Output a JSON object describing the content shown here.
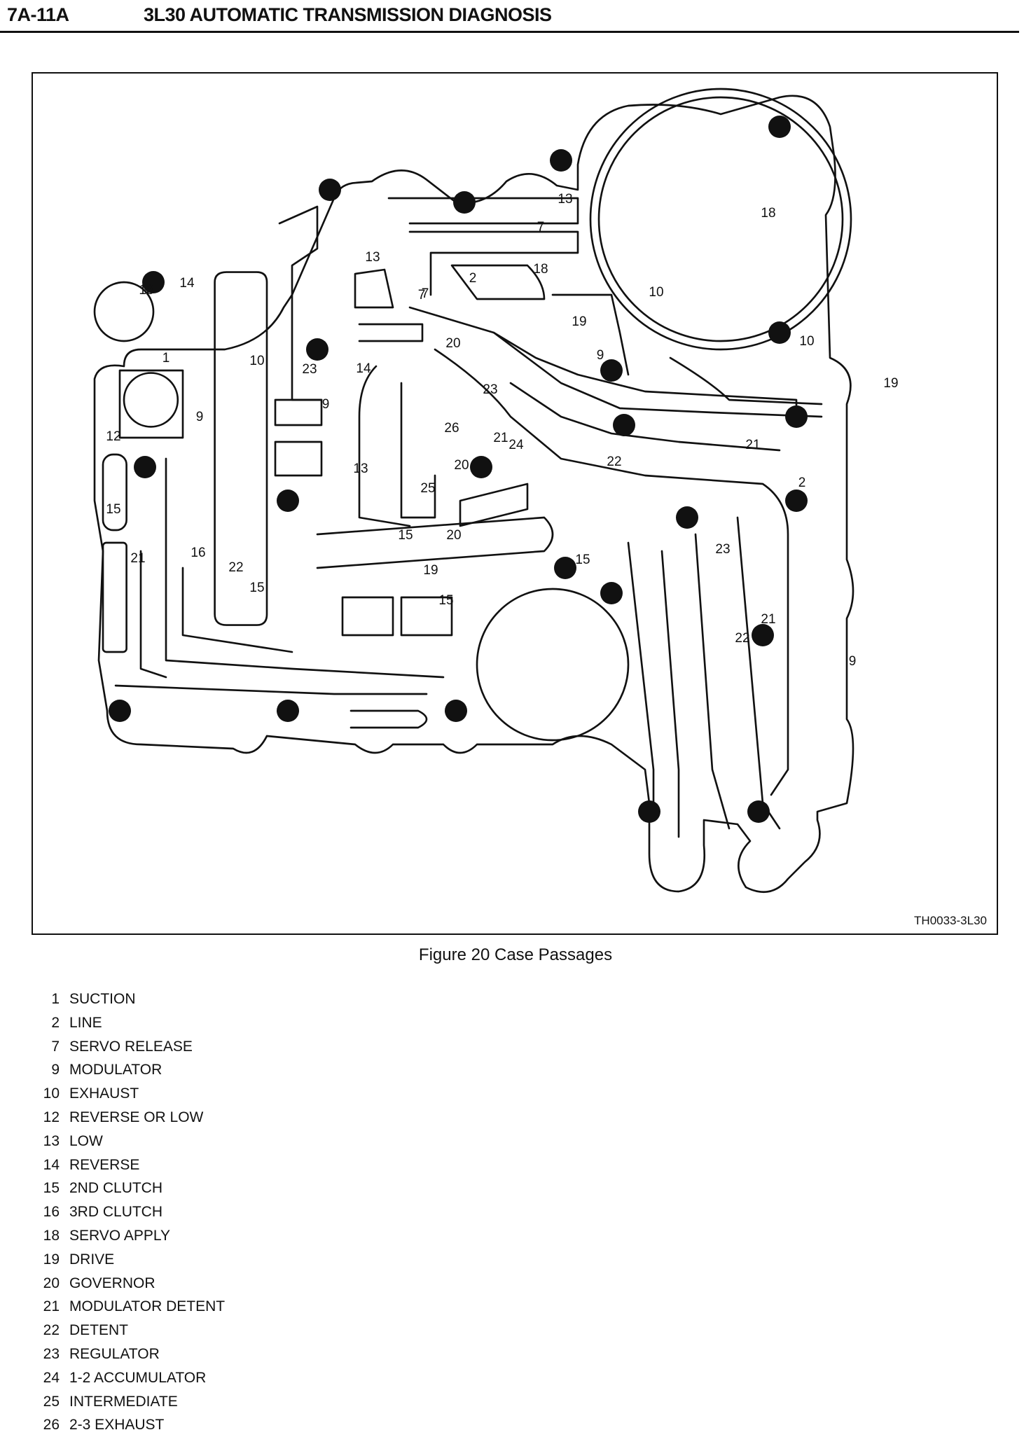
{
  "header": {
    "page_number": "7A-11A",
    "title": "3L30 AUTOMATIC TRANSMISSION DIAGNOSIS"
  },
  "figure": {
    "code": "TH0033-3L30",
    "caption": "Figure 20 Case Passages",
    "labels": [
      "18",
      "13",
      "7",
      "2",
      "13",
      "7",
      "18",
      "10",
      "13",
      "14",
      "1",
      "10",
      "7",
      "20",
      "19",
      "9",
      "10",
      "19",
      "23",
      "14",
      "9",
      "23",
      "26",
      "21",
      "20",
      "12",
      "9",
      "24",
      "21",
      "22",
      "2",
      "13",
      "25",
      "15",
      "15",
      "20",
      "21",
      "16",
      "22",
      "19",
      "15",
      "15",
      "15",
      "23",
      "21",
      "22",
      "9"
    ]
  },
  "legend": [
    {
      "num": "1",
      "label": "SUCTION"
    },
    {
      "num": "2",
      "label": "LINE"
    },
    {
      "num": "7",
      "label": "SERVO RELEASE"
    },
    {
      "num": "9",
      "label": "MODULATOR"
    },
    {
      "num": "10",
      "label": "EXHAUST"
    },
    {
      "num": "12",
      "label": "REVERSE OR LOW"
    },
    {
      "num": "13",
      "label": "LOW"
    },
    {
      "num": "14",
      "label": "REVERSE"
    },
    {
      "num": "15",
      "label": "2ND CLUTCH"
    },
    {
      "num": "16",
      "label": "3RD CLUTCH"
    },
    {
      "num": "18",
      "label": "SERVO APPLY"
    },
    {
      "num": "19",
      "label": "DRIVE"
    },
    {
      "num": "20",
      "label": "GOVERNOR"
    },
    {
      "num": "21",
      "label": "MODULATOR DETENT"
    },
    {
      "num": "22",
      "label": "DETENT"
    },
    {
      "num": "23",
      "label": "REGULATOR"
    },
    {
      "num": "24",
      "label": "1-2 ACCUMULATOR"
    },
    {
      "num": "25",
      "label": "INTERMEDIATE"
    },
    {
      "num": "26",
      "label": "2-3 EXHAUST"
    }
  ]
}
